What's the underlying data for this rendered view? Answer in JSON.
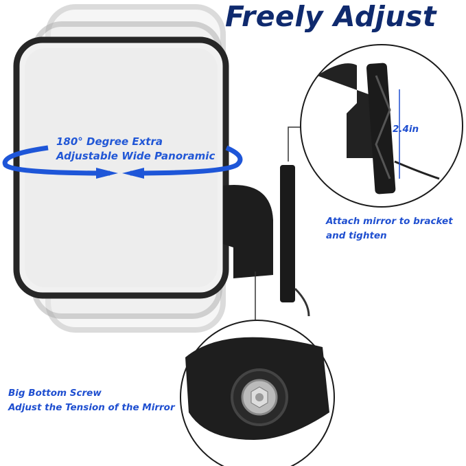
{
  "title": "Freely Adjust",
  "panoramic_caption": {
    "line1": "180° Degree Extra",
    "line2": "Adjustable Wide Panoramic"
  },
  "dimension_label": "2.4in",
  "bracket_caption": {
    "line1": "Attach mirror to bracket",
    "line2": "and tighten"
  },
  "screw_caption": {
    "line1": "Big Bottom Screw",
    "line2": "Adjust the Tension of the Mirror"
  },
  "colors": {
    "title": "#0f2a6e",
    "caption": "#1f4fd0",
    "arrow": "#1e56d8"
  }
}
